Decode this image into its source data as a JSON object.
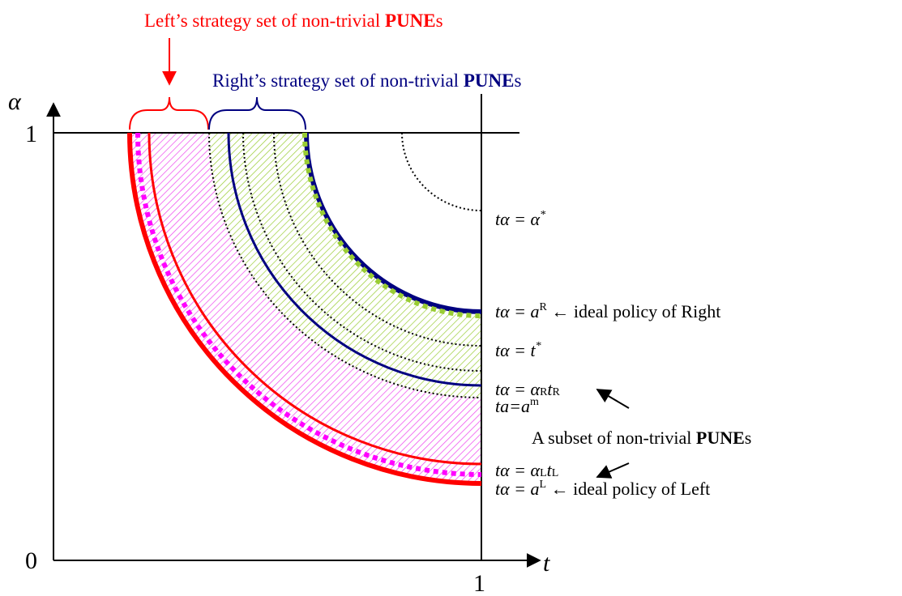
{
  "colors": {
    "left": "#ff0000",
    "right": "#000080",
    "magenta": "#ff00ff",
    "green": "#99cc33",
    "magenta_hatch": "#ee44ee",
    "green_hatch": "#99cc33",
    "axis": "#000000"
  },
  "axes": {
    "y_symbol": "α",
    "x_symbol": "t",
    "origin": "0",
    "y_one": "1",
    "x_one": "1"
  },
  "titles": {
    "left": {
      "prefix": "Left’s strategy set of non-trivial ",
      "bold": "PUNE",
      "suffix": "s"
    },
    "right": {
      "prefix": "Right’s strategy set of non-trivial ",
      "bold": "PUNE",
      "suffix": "s"
    }
  },
  "subset_note": {
    "prefix": "A subset of non-trivial ",
    "bold": "PUNE",
    "suffix": "s"
  },
  "curve_labels": {
    "alpha_star": {
      "lhs": "tα = ",
      "var": "α",
      "sup": "*"
    },
    "aR": {
      "lhs": "tα = ",
      "var": "a",
      "sup": "R",
      "note": " ← ideal policy of Right"
    },
    "t_star": {
      "lhs": "tα = ",
      "var": "t",
      "sup": "*"
    },
    "aRtR": {
      "lhs": "tα = ",
      "v1": "α",
      "s1": "R",
      "v2": "t",
      "s2": "R"
    },
    "am": {
      "lhs": "ta=",
      "var": "a",
      "sup": "m"
    },
    "aLtL": {
      "lhs": "tα = ",
      "v1": "α",
      "s1": "L",
      "v2": "t",
      "s2": "L"
    },
    "aL": {
      "lhs": "tα = ",
      "var": "a",
      "sup": "L",
      "note": " ← ideal policy of Left"
    }
  }
}
